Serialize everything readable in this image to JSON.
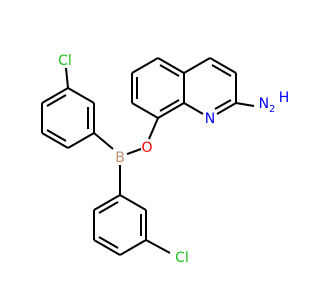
{
  "colors": {
    "background": "#ffffff",
    "bond": "#000000",
    "chlorine": "#1fbf1f",
    "oxygen": "#ff0000",
    "nitrogen": "#0000ff",
    "boron": "#c09070"
  },
  "atoms": {
    "cl_top": "Cl",
    "cl_bottom": "Cl",
    "boron": "B",
    "oxygen": "O",
    "ring_n": "N",
    "amine_n": "N",
    "amine_h": "H"
  },
  "amine_h_count": "2"
}
